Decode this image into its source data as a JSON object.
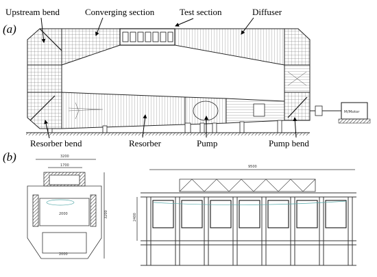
{
  "panel_a": {
    "label": "(a)",
    "callouts": {
      "upstream_bend": "Upstream bend",
      "converging_section": "Converging section",
      "test_section": "Test section",
      "diffuser": "Diffuser",
      "resorber_bend": "Resorber bend",
      "resorber": "Resorber",
      "pump": "Pump",
      "pump_bend": "Pump bend"
    },
    "motor_label": "M/Motor"
  },
  "panel_b": {
    "label": "(b)",
    "cross_section_dims": {
      "top_width": "3200",
      "upper_inner": "1700",
      "inner_width": "2000",
      "lower_width": "2000",
      "height": "3200"
    },
    "elevation_dims": {
      "overall_length": "9500",
      "side_height": "2400"
    }
  }
}
